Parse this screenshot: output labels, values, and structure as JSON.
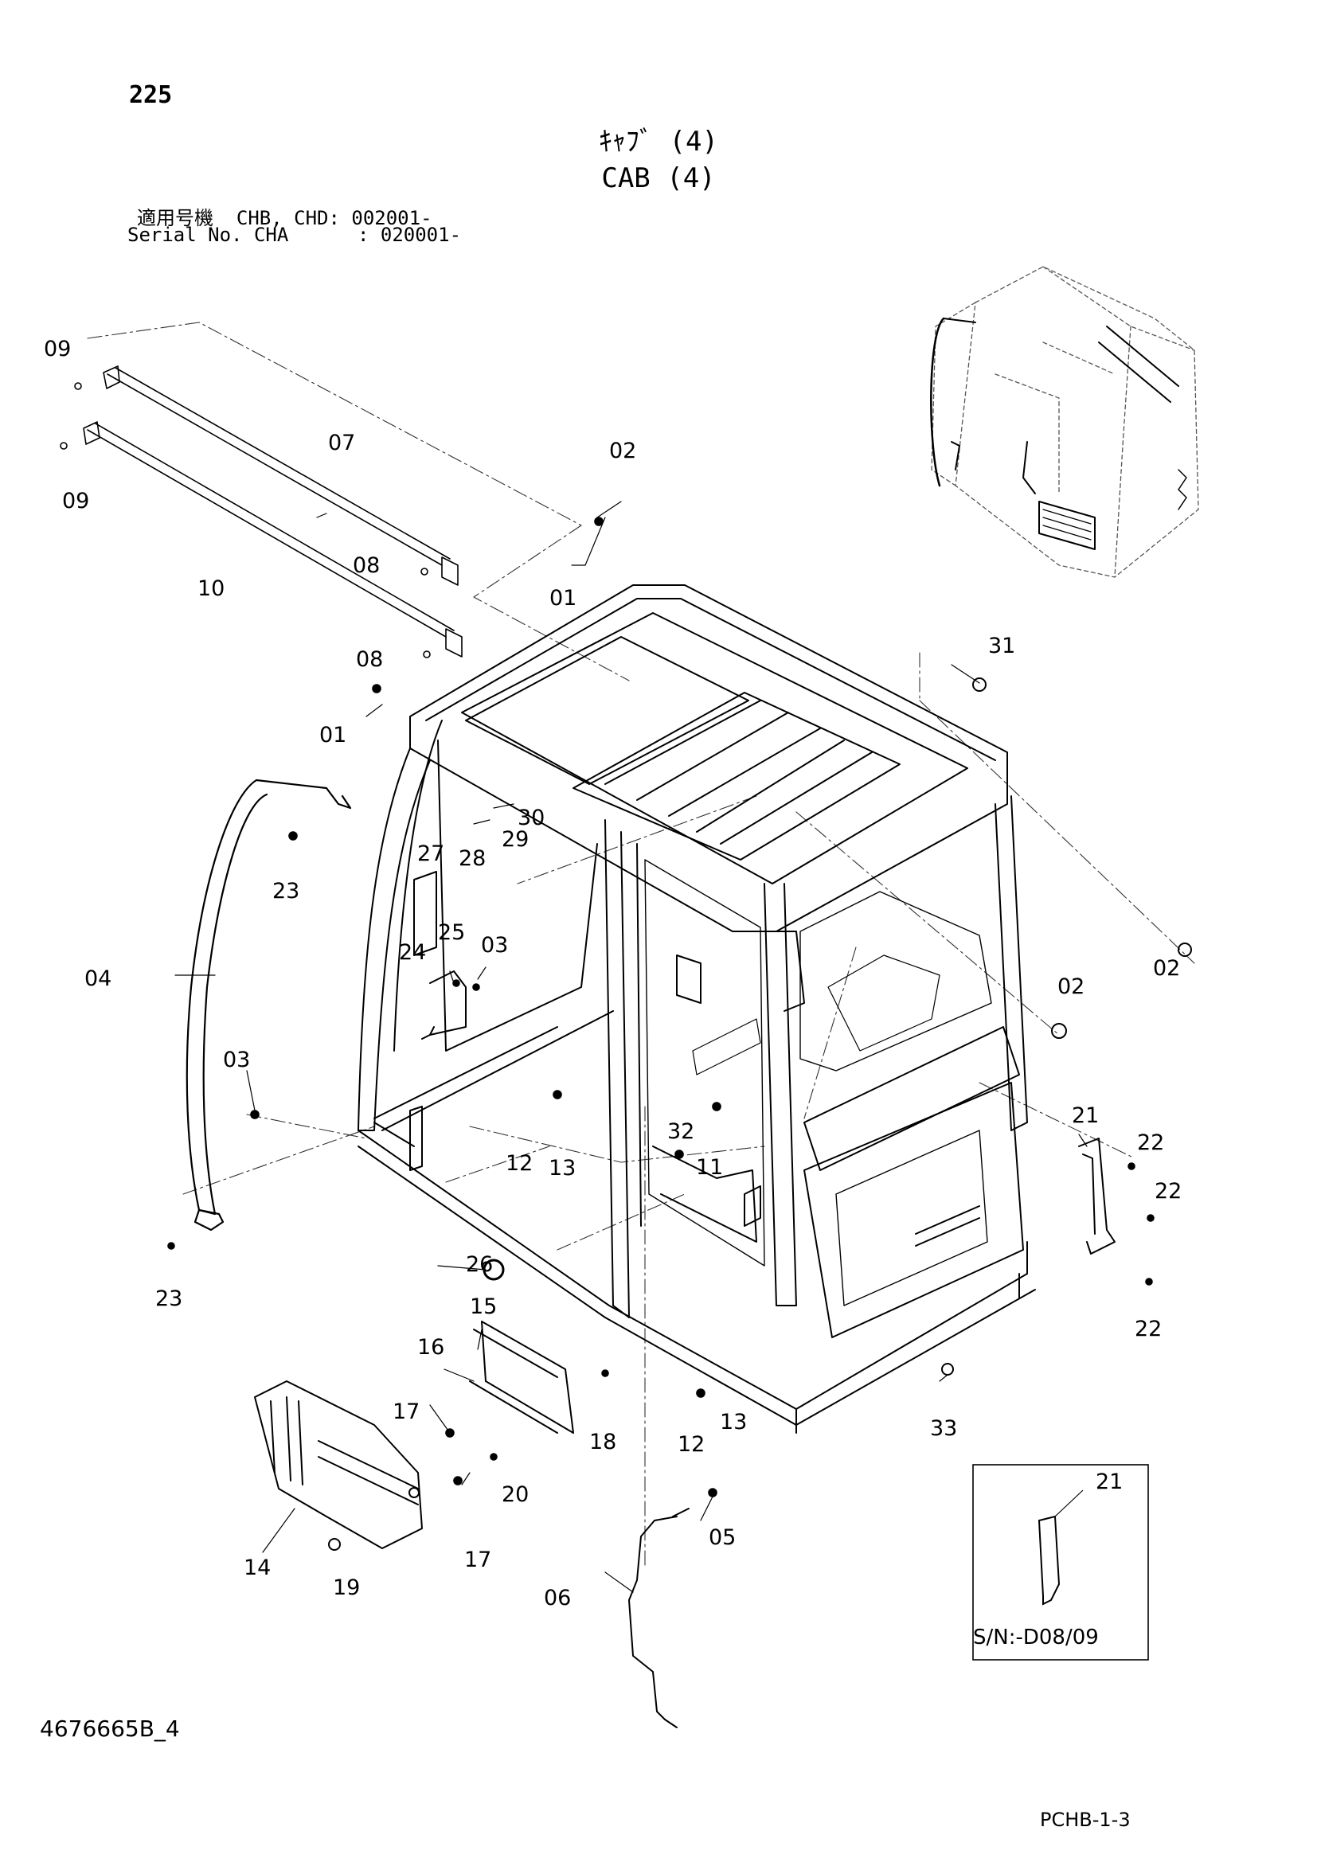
{
  "header": {
    "page_number": "225",
    "title_jp": "ｷｬﾌﾞ (4)",
    "title_en": "CAB (4)",
    "serial_line_1": "適用号機  CHB, CHD: 002001-",
    "serial_line_2": "Serial No. CHA      : 020001-"
  },
  "footer": {
    "drawing_number": "4676665B_4",
    "sheet_code": "PCHB-1-3"
  },
  "inset": {
    "part_label": "21",
    "caption": "S/N:-D08/09"
  },
  "callouts": [
    {
      "id": "c-09a",
      "label": "09"
    },
    {
      "id": "c-09b",
      "label": "09"
    },
    {
      "id": "c-07",
      "label": "07"
    },
    {
      "id": "c-10",
      "label": "10"
    },
    {
      "id": "c-08a",
      "label": "08"
    },
    {
      "id": "c-08b",
      "label": "08"
    },
    {
      "id": "c-02a",
      "label": "02"
    },
    {
      "id": "c-01a",
      "label": "01"
    },
    {
      "id": "c-01b",
      "label": "01"
    },
    {
      "id": "c-31",
      "label": "31"
    },
    {
      "id": "c-30",
      "label": "30"
    },
    {
      "id": "c-29",
      "label": "29"
    },
    {
      "id": "c-28",
      "label": "28"
    },
    {
      "id": "c-27",
      "label": "27"
    },
    {
      "id": "c-23a",
      "label": "23"
    },
    {
      "id": "c-23b",
      "label": "23"
    },
    {
      "id": "c-25",
      "label": "25"
    },
    {
      "id": "c-24",
      "label": "24"
    },
    {
      "id": "c-03a",
      "label": "03"
    },
    {
      "id": "c-03b",
      "label": "03"
    },
    {
      "id": "c-04",
      "label": "04"
    },
    {
      "id": "c-02b",
      "label": "02"
    },
    {
      "id": "c-02c",
      "label": "02"
    },
    {
      "id": "c-12a",
      "label": "12"
    },
    {
      "id": "c-13a",
      "label": "13"
    },
    {
      "id": "c-32",
      "label": "32"
    },
    {
      "id": "c-11",
      "label": "11"
    },
    {
      "id": "c-21",
      "label": "21"
    },
    {
      "id": "c-22a",
      "label": "22"
    },
    {
      "id": "c-22b",
      "label": "22"
    },
    {
      "id": "c-22c",
      "label": "22"
    },
    {
      "id": "c-26",
      "label": "26"
    },
    {
      "id": "c-15",
      "label": "15"
    },
    {
      "id": "c-16",
      "label": "16"
    },
    {
      "id": "c-17a",
      "label": "17"
    },
    {
      "id": "c-17b",
      "label": "17"
    },
    {
      "id": "c-18",
      "label": "18"
    },
    {
      "id": "c-12b",
      "label": "12"
    },
    {
      "id": "c-13b",
      "label": "13"
    },
    {
      "id": "c-33",
      "label": "33"
    },
    {
      "id": "c-20",
      "label": "20"
    },
    {
      "id": "c-14",
      "label": "14"
    },
    {
      "id": "c-19",
      "label": "19"
    },
    {
      "id": "c-05",
      "label": "05"
    },
    {
      "id": "c-06",
      "label": "06"
    }
  ]
}
